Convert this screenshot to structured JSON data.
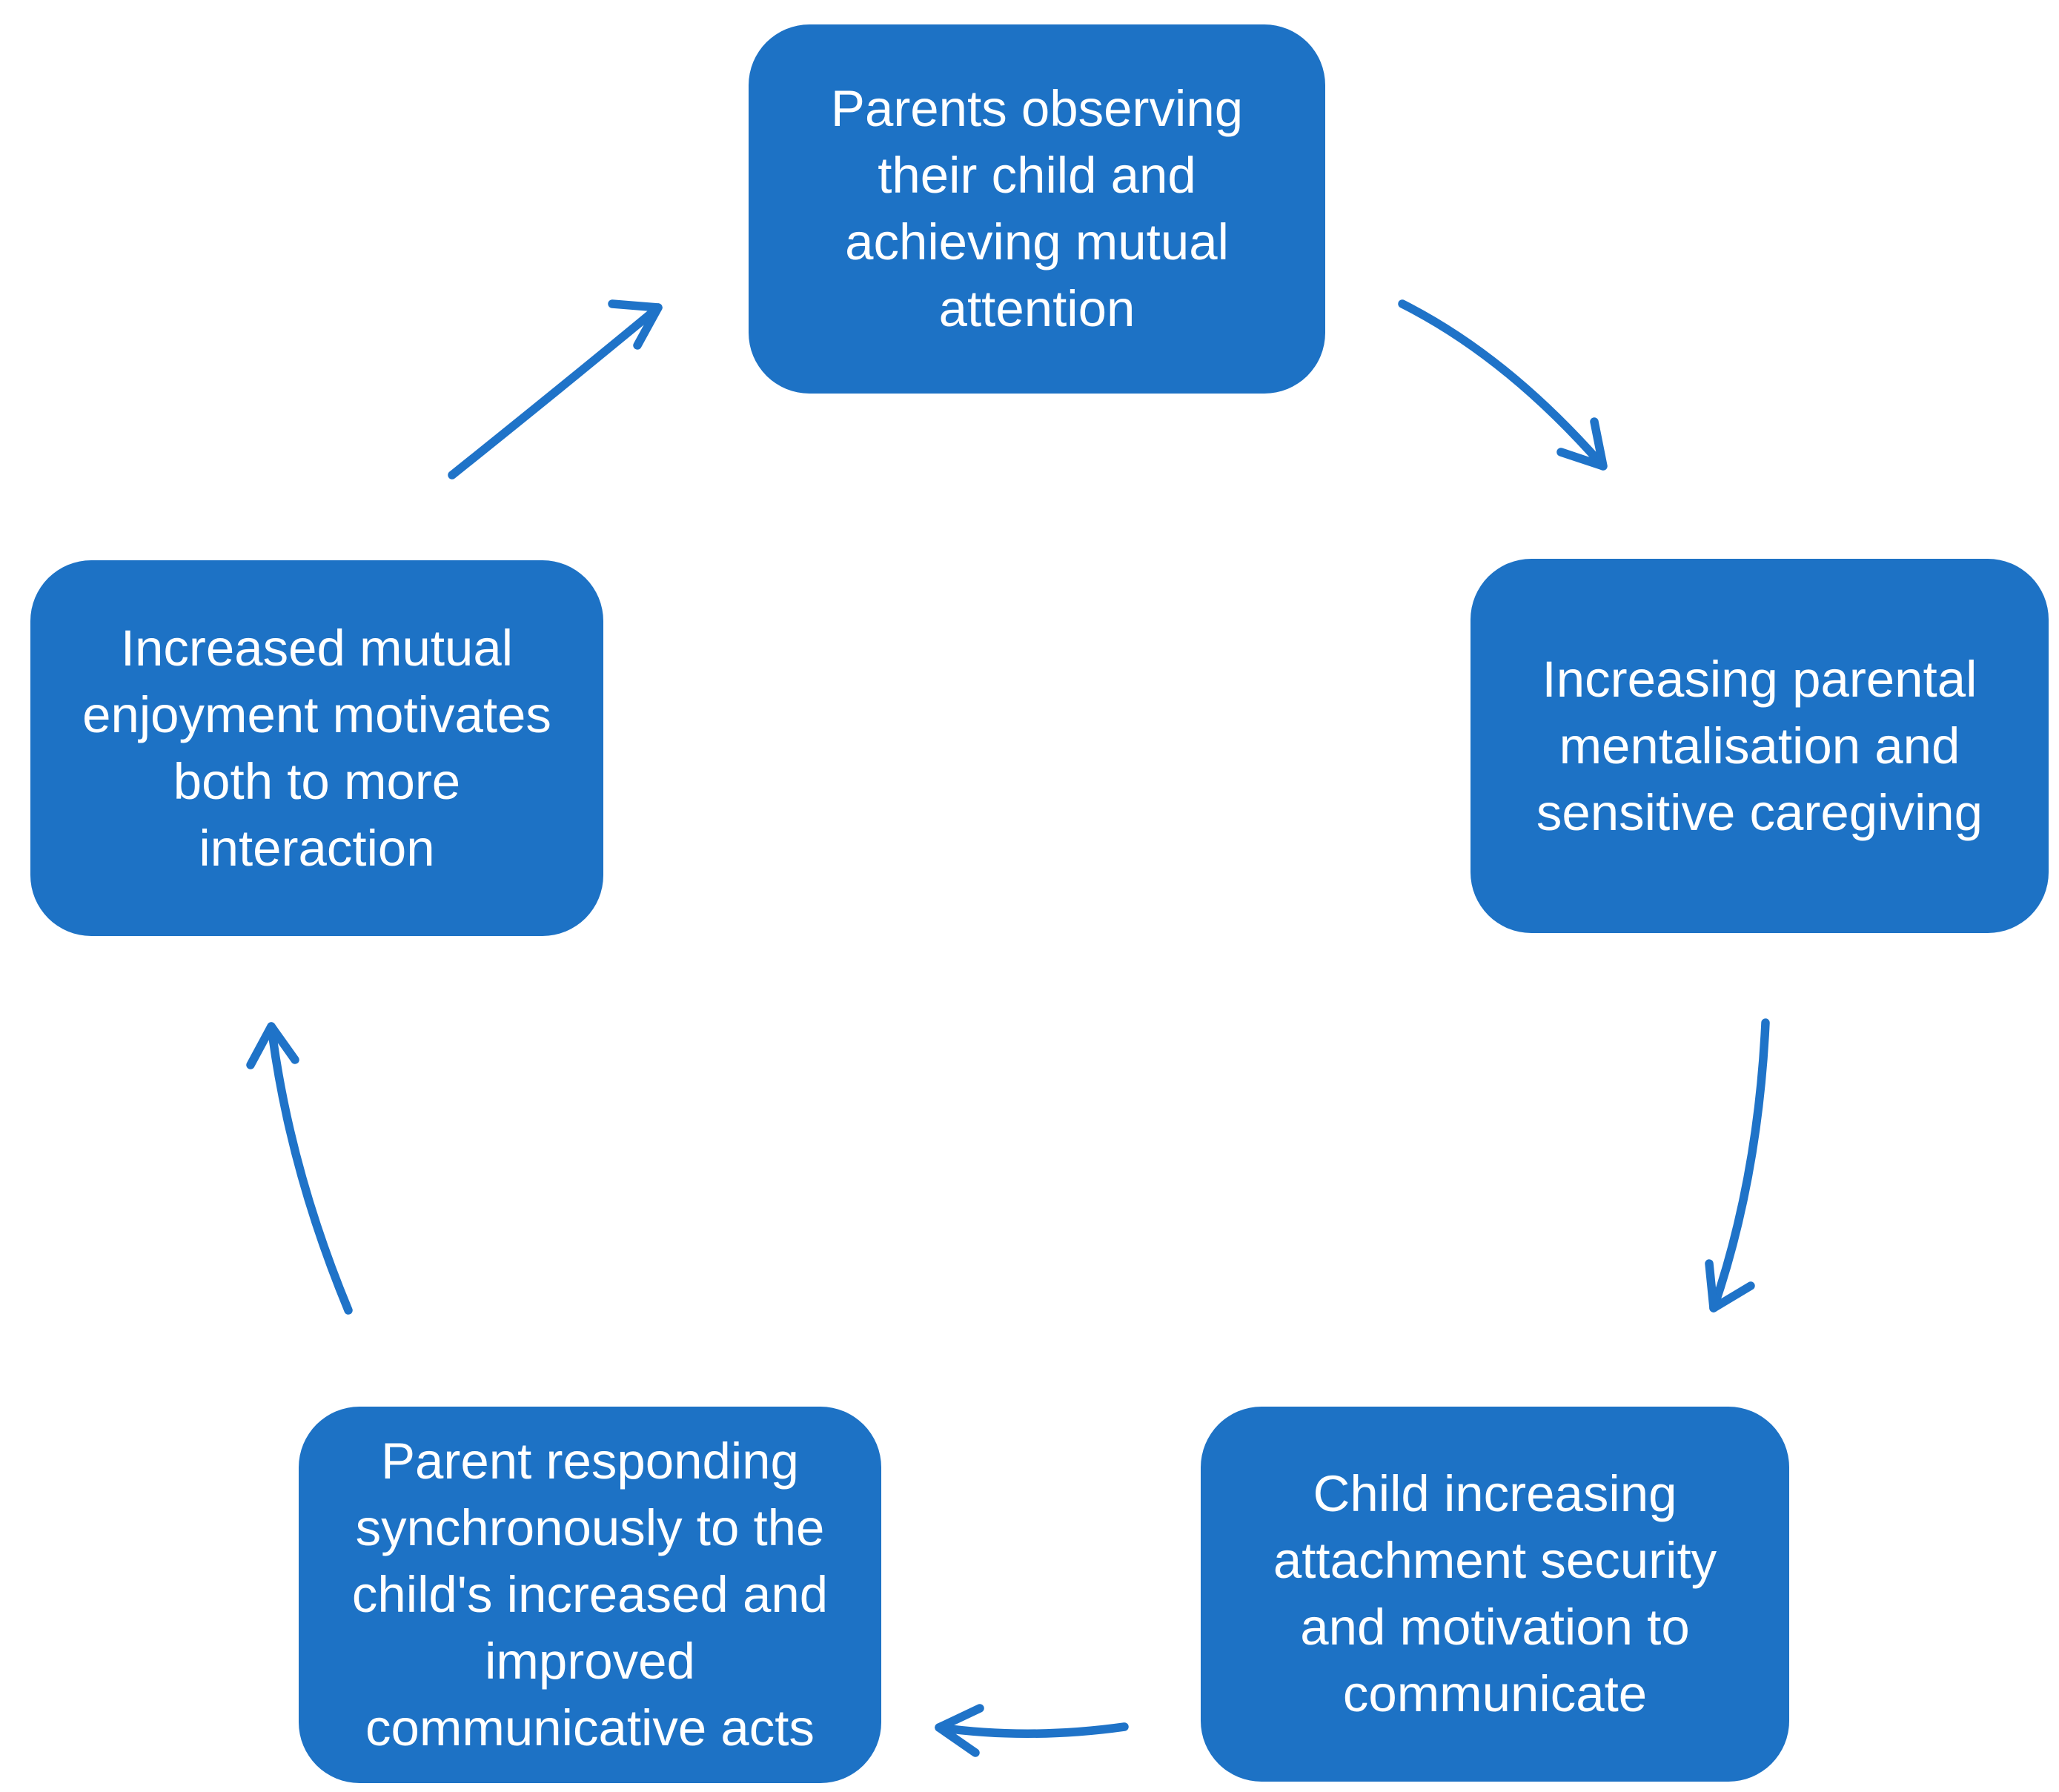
{
  "colors": {
    "node_fill": "#1d72c5",
    "node_text": "#ffffff",
    "arrow": "#1f73c8",
    "background": "#ffffff"
  },
  "diagram": {
    "type": "cycle",
    "direction": "clockwise",
    "nodes": [
      {
        "id": "top",
        "label": "Parents observing their child and achieving mutual attention",
        "lines": [
          "Parents observing",
          "their child and",
          "achieving mutual",
          "attention"
        ]
      },
      {
        "id": "right",
        "label": "Increasing parental mentalisation and sensitive caregiving",
        "lines": [
          "Increasing parental",
          "mentalisation and",
          "sensitive caregiving"
        ]
      },
      {
        "id": "bottom-right",
        "label": "Child increasing attachment security and motivation to communicate",
        "lines": [
          "Child increasing",
          "attachment security",
          "and motivation to",
          "communicate"
        ]
      },
      {
        "id": "bottom-left",
        "label": "Parent responding synchronously to the child's increased and improved communicative acts",
        "lines": [
          "Parent responding",
          "synchronously to the",
          "child's increased and",
          "improved",
          "communicative acts"
        ]
      },
      {
        "id": "left",
        "label": "Increased mutual enjoyment motivates both to more interaction",
        "lines": [
          "Increased mutual",
          "enjoyment motivates",
          "both to more",
          "interaction"
        ]
      }
    ],
    "connections": [
      {
        "from": "top",
        "to": "right"
      },
      {
        "from": "right",
        "to": "bottom-right"
      },
      {
        "from": "bottom-right",
        "to": "bottom-left"
      },
      {
        "from": "bottom-left",
        "to": "left"
      },
      {
        "from": "left",
        "to": "top"
      }
    ]
  }
}
